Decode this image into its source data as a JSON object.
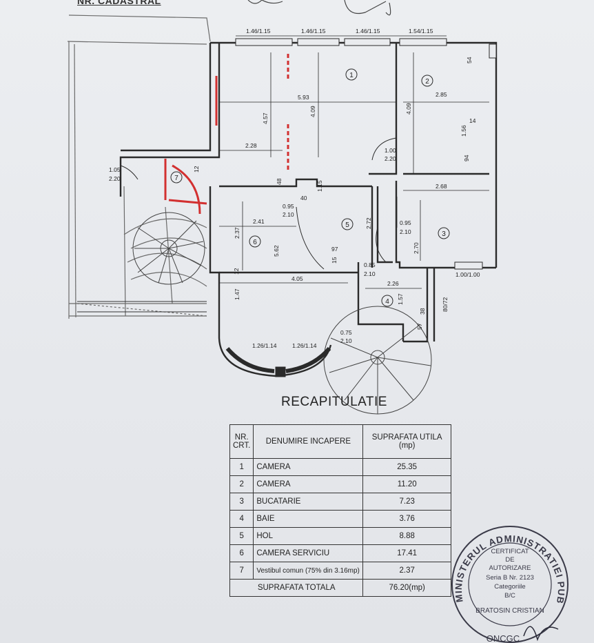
{
  "header": {
    "cadastral_label": "NR. CADASTRAL"
  },
  "plan": {
    "room_numbers": [
      "1",
      "2",
      "3",
      "4",
      "5",
      "6",
      "7"
    ],
    "dimensions": {
      "window_1": "1.46/1.15",
      "window_2": "1.46/1.15",
      "window_3": "1.46/1.15",
      "window_4": "1.54/1.15",
      "room1_width": "5.93",
      "room1_height_a": "4.57",
      "room1_height_b": "4.09",
      "room1_sub": "2.28",
      "room2_width": "2.85",
      "room2_height": "4.09",
      "room2_a": "14",
      "room2_b": "1.56",
      "room2_c": "54",
      "room2_d": "94",
      "door_1": "1.00",
      "door_1b": "2.20",
      "door_7": "1.05",
      "door_7b": "2.20",
      "room7_a": "48",
      "room7_b": "12",
      "room5_a": "1.15",
      "room5_b": "40",
      "door_5": "0.95",
      "door_5b": "2.10",
      "room6_a": "2.41",
      "room6_b": "2.37",
      "room6_c": "5.62",
      "room6_d": "12",
      "room6_e": "1.47",
      "room6_f": "4.05",
      "room5_c": "2.72",
      "room5_d": "97",
      "room5_e": "15",
      "door_3": "0.95",
      "door_3b": "2.10",
      "room3_width": "2.68",
      "room3_height": "2.70",
      "door_4": "0.85",
      "door_4b": "2.10",
      "room4_width": "2.26",
      "room4_height": "1.57",
      "room4_a": "38",
      "room4_b": "57",
      "window_side": "80/72",
      "window_room3": "1.00/1.00",
      "window_arc_1": "1.26/1.14",
      "window_arc_2": "1.26/1.14",
      "door_stair": "0.75",
      "door_stair_b": "2.10"
    }
  },
  "recap": {
    "title": "RECAPITULATIE",
    "headers": [
      "NR. CRT.",
      "DENUMIRE INCAPERE",
      "SUPRAFATA UTILA (mp)"
    ],
    "rows": [
      {
        "nr": "1",
        "name": "CAMERA",
        "area": "25.35"
      },
      {
        "nr": "2",
        "name": "CAMERA",
        "area": "11.20"
      },
      {
        "nr": "3",
        "name": "BUCATARIE",
        "area": "7.23"
      },
      {
        "nr": "4",
        "name": "BAIE",
        "area": "3.76"
      },
      {
        "nr": "5",
        "name": "HOL",
        "area": "8.88"
      },
      {
        "nr": "6",
        "name": "CAMERA SERVICIU",
        "area": "17.41"
      },
      {
        "nr": "7",
        "name": "Vestibul comun (75% din 3.16mp)",
        "area": "2.37"
      }
    ],
    "total_label": "SUPRAFATA TOTALA",
    "total_value": "76.20(mp)"
  },
  "stamp": {
    "ring_text": "MINISTERUL ADMINISTRATIEI PUBLICE",
    "line1": "CERTIFICAT",
    "line2": "DE",
    "line3": "AUTORIZARE",
    "line4": "Seria B Nr. 2123",
    "line5": "Categoriile",
    "line6": "B/C",
    "line7": "BRATOSIN CRISTIAN",
    "bottom": "ONCGC"
  },
  "colors": {
    "ink": "#2a2a2a",
    "pencil": "#555",
    "red": "#d23030",
    "stamp": "#3a3a48",
    "paper": "#e9ebee"
  }
}
